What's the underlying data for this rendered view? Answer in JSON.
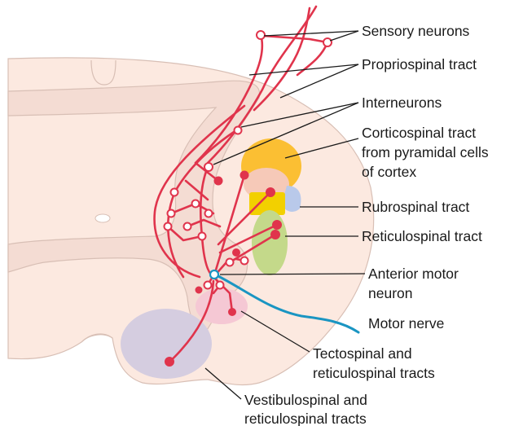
{
  "labels": {
    "sensory_neurons": "Sensory neurons",
    "propriospinal_tract": "Propriospinal tract",
    "interneurons": "Interneurons",
    "corticospinal_line1": "Corticospinal tract",
    "corticospinal_line2": "from pyramidal cells",
    "corticospinal_line3": "of cortex",
    "rubrospinal_tract": "Rubrospinal tract",
    "reticulospinal_tract": "Reticulospinal tract",
    "anterior_motor_line1": "Anterior motor",
    "anterior_motor_line2": "neuron",
    "motor_nerve": "Motor nerve",
    "tectospinal_line1": "Tectospinal and",
    "tectospinal_line2": "reticulospinal tracts",
    "vestibulospinal_line1": "Vestibulospinal and",
    "vestibulospinal_line2": "reticulospinal tracts"
  },
  "colors": {
    "white_matter": "#fce9e0",
    "gray_matter": "#f4dcd3",
    "cord_outline": "#d8bfb5",
    "neuron": "#e0344c",
    "motor_nerve": "#1a95c2",
    "corticospinal": "#fbbf33",
    "corticospinal_core": "#f6c9b8",
    "rubrospinal": "#f2d000",
    "rubrospinal_blue": "#b9c9ea",
    "reticulospinal": "#c4d98a",
    "tectospinal": "#f5c8d4",
    "vestibulospinal": "#d5cde0"
  }
}
